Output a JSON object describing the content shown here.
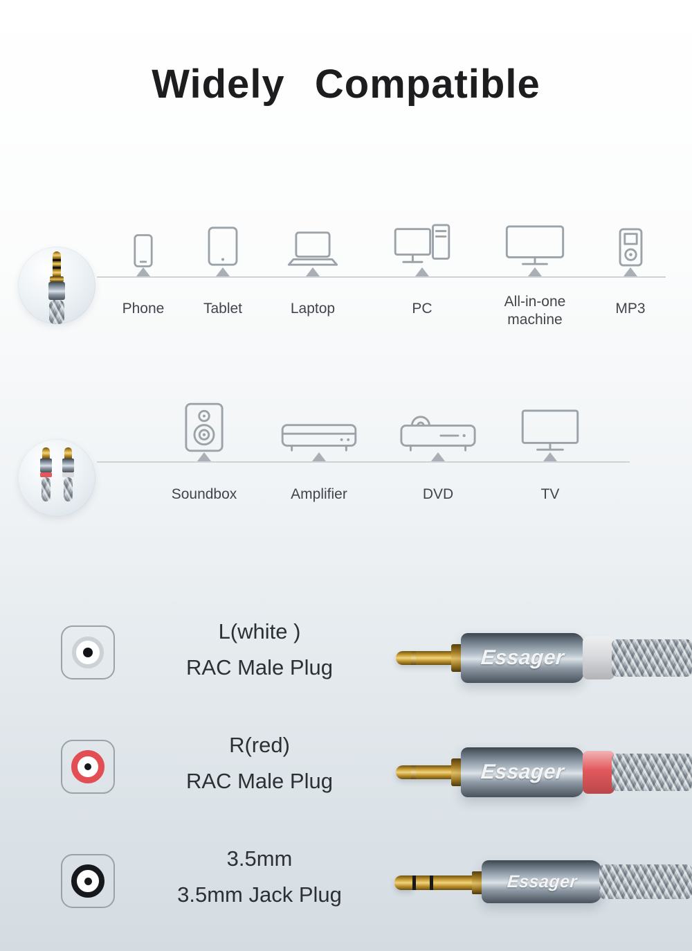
{
  "title": "Widely Compatible",
  "compatibility": {
    "jack_row": {
      "devices": [
        {
          "label": "Phone",
          "icon": "phone-icon"
        },
        {
          "label": "Tablet",
          "icon": "tablet-icon"
        },
        {
          "label": "Laptop",
          "icon": "laptop-icon"
        },
        {
          "label": "PC",
          "icon": "pc-icon"
        },
        {
          "label": "All-in-one machine",
          "icon": "all-in-one-icon"
        },
        {
          "label": "MP3",
          "icon": "mp3-player-icon"
        }
      ]
    },
    "rca_row": {
      "devices": [
        {
          "label": "Soundbox",
          "icon": "soundbox-icon"
        },
        {
          "label": "Amplifier",
          "icon": "amplifier-icon"
        },
        {
          "label": "DVD",
          "icon": "dvd-player-icon"
        },
        {
          "label": "TV",
          "icon": "tv-icon"
        }
      ]
    }
  },
  "plugs": [
    {
      "title": "L(white )",
      "subtitle": "RAC Male Plug",
      "brand": "Essager",
      "band_color": "#d8dadd"
    },
    {
      "title": "R(red)",
      "subtitle": "RAC Male Plug",
      "brand": "Essager",
      "band_color": "#e2585c"
    },
    {
      "title": "3.5mm",
      "subtitle": "3.5mm Jack Plug",
      "brand": "Essager"
    }
  ],
  "colors": {
    "accent_red": "#e2585c",
    "band_white": "#d8dadd",
    "icon_gray": "#9ba2a8",
    "gold": "#d8ae45",
    "metal_gray": "#8d99a5"
  }
}
